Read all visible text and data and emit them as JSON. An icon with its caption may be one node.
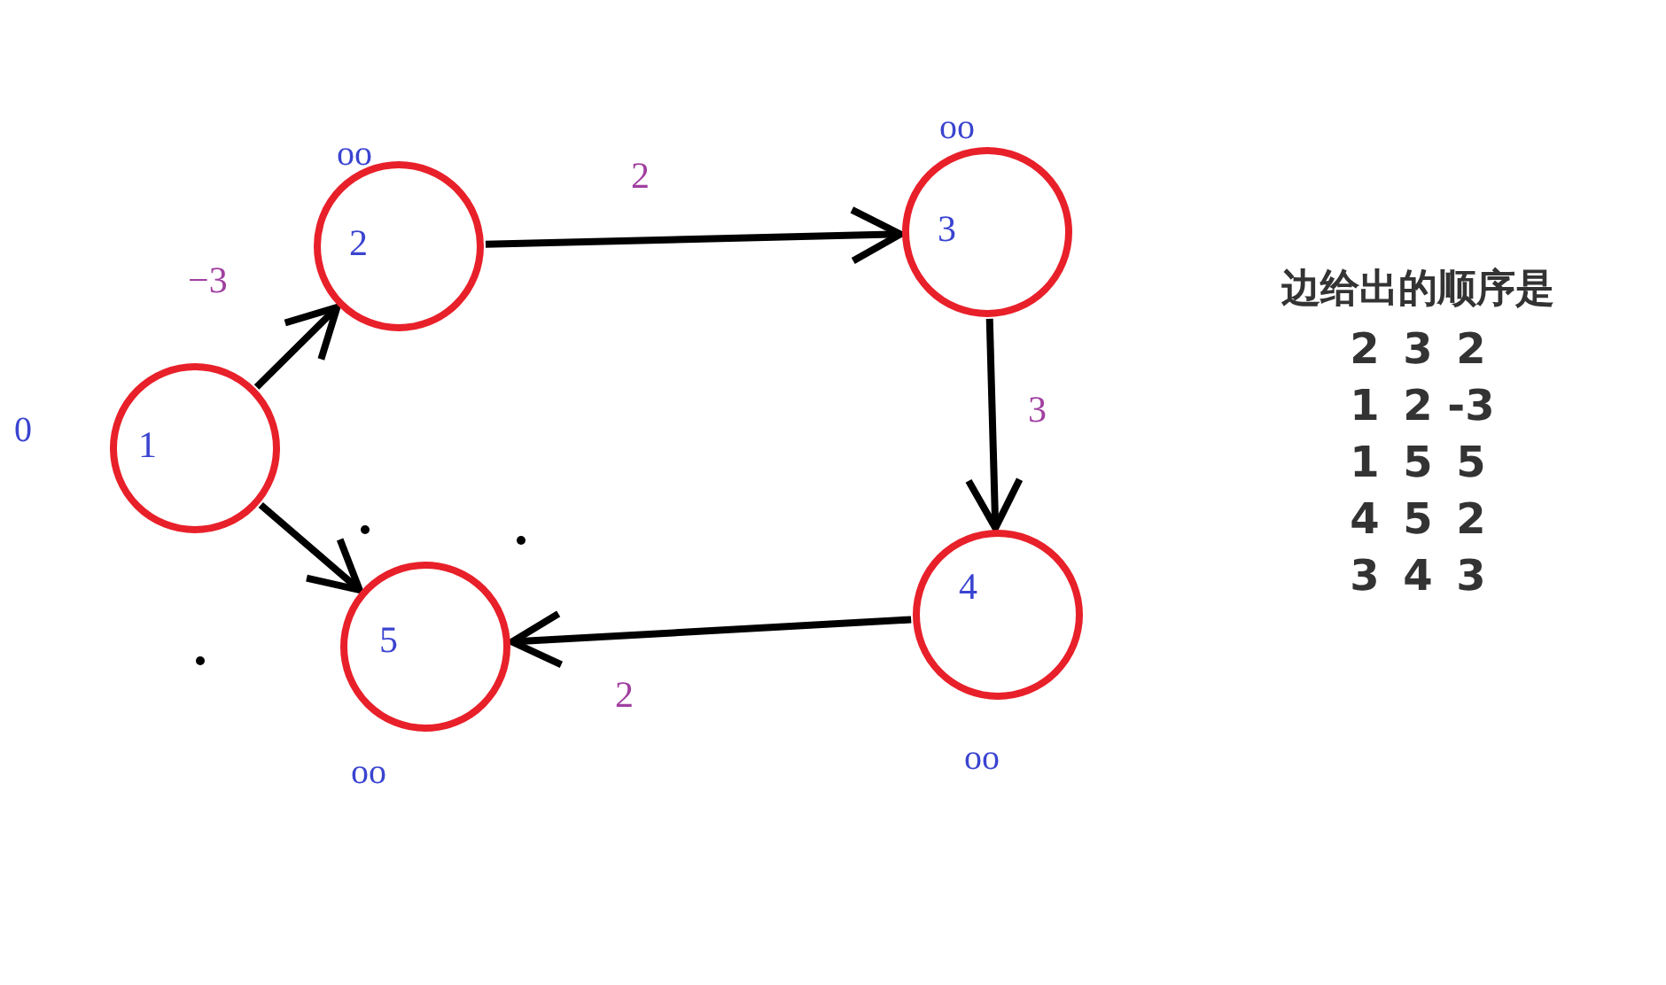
{
  "diagram": {
    "nodes": [
      {
        "text": [
          "1"
        ],
        "beside": [
          "0"
        ]
      },
      {
        "text": [
          "2"
        ],
        "beside": [
          "oo"
        ]
      },
      {
        "text": [
          "3"
        ],
        "beside": [
          "oo"
        ]
      },
      {
        "text": [
          "4"
        ],
        "beside": [
          "oo"
        ]
      },
      {
        "text": [
          "5"
        ],
        "beside": [
          "oo"
        ]
      }
    ],
    "edges": [
      {
        "from": 0,
        "to": 1,
        "arrow": "to",
        "label": "−3"
      },
      {
        "from": 1,
        "to": 2,
        "arrow": "to",
        "label": "2"
      },
      {
        "from": 2,
        "to": 3,
        "arrow": "to",
        "label": "3"
      },
      {
        "from": 3,
        "to": 4,
        "arrow": "to",
        "label": "2"
      },
      {
        "from": 0,
        "to": 4,
        "arrow": "to"
      }
    ],
    "labels": [
      "边给出的顺序是",
      "2",
      "3",
      "2",
      "1",
      "2",
      "-3",
      "1",
      "5",
      "5",
      "4",
      "5",
      "2",
      "3",
      "4",
      "3"
    ]
  }
}
